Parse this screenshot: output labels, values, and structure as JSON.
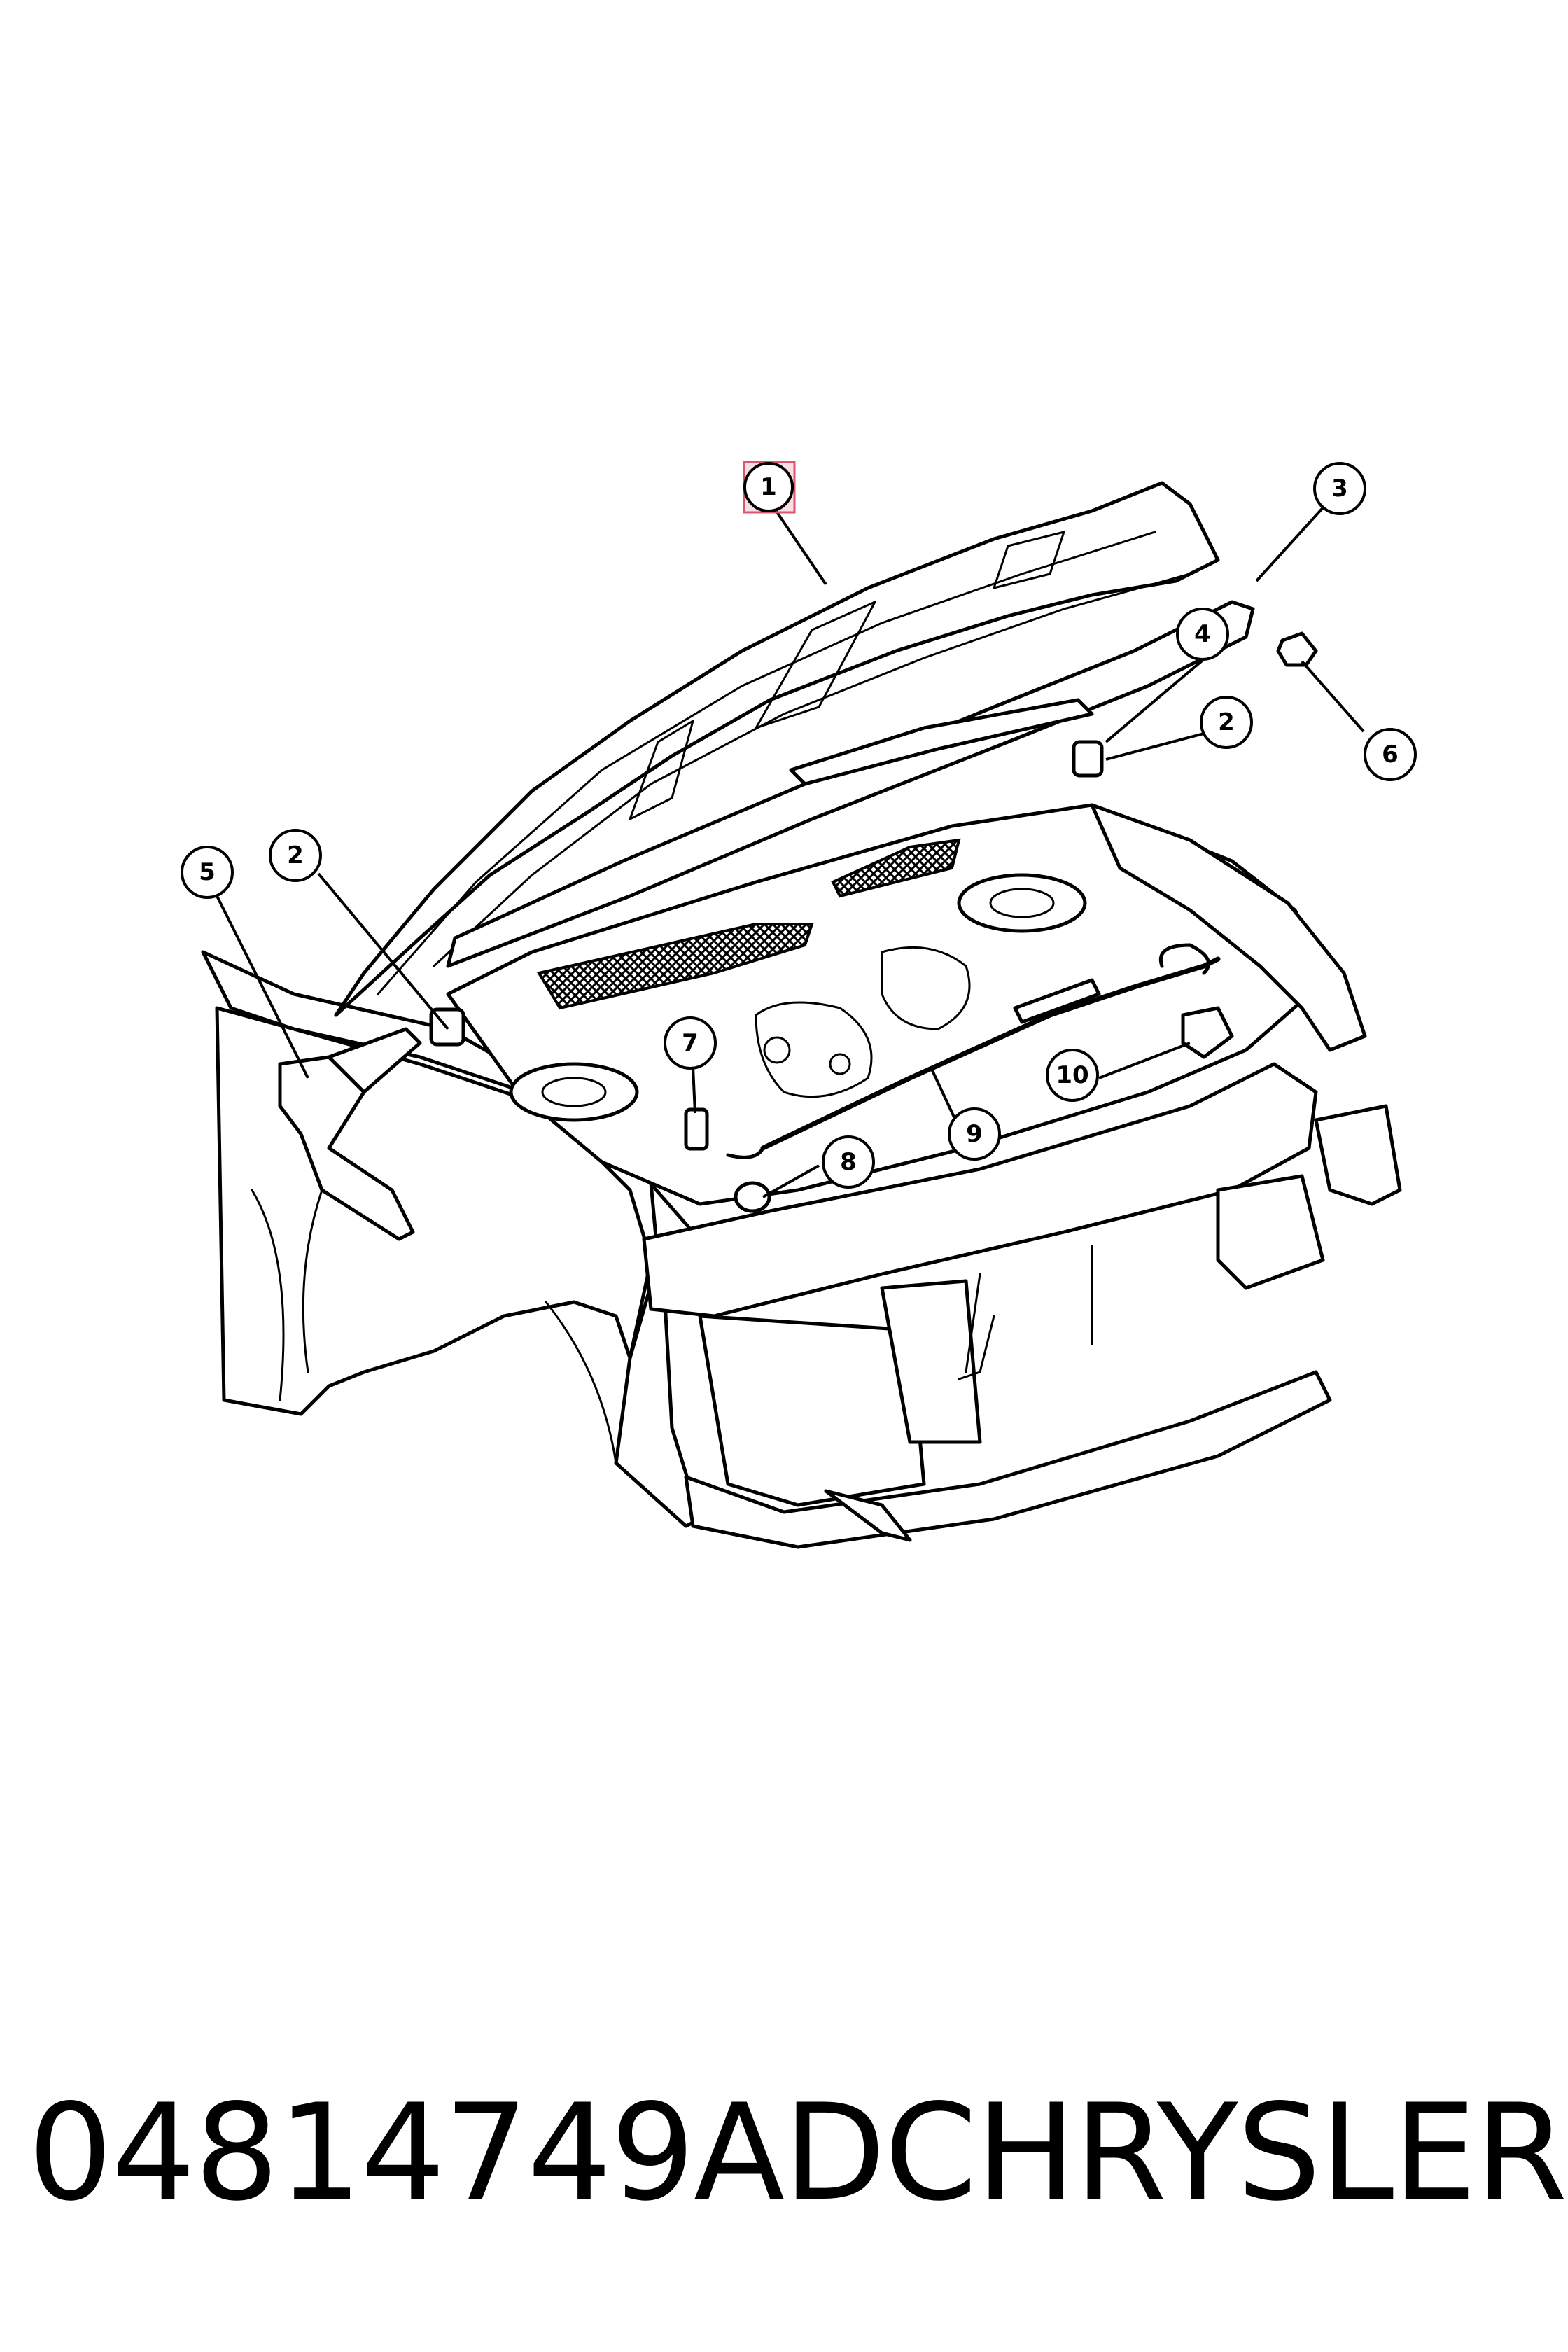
{
  "diagram": {
    "callouts": [
      {
        "id": "c1",
        "label": "1",
        "highlighted": true
      },
      {
        "id": "c2a",
        "label": "2"
      },
      {
        "id": "c2b",
        "label": "2"
      },
      {
        "id": "c3",
        "label": "3"
      },
      {
        "id": "c4",
        "label": "4"
      },
      {
        "id": "c5",
        "label": "5"
      },
      {
        "id": "c6",
        "label": "6"
      },
      {
        "id": "c7",
        "label": "7"
      },
      {
        "id": "c8",
        "label": "8"
      },
      {
        "id": "c9",
        "label": "9"
      },
      {
        "id": "c10",
        "label": "10"
      }
    ]
  },
  "caption": {
    "part_number": "04814749AD",
    "brand": "CHRYSLER"
  },
  "colors": {
    "ink": "#000000",
    "background": "#ffffff",
    "highlight": "#d9576f"
  }
}
